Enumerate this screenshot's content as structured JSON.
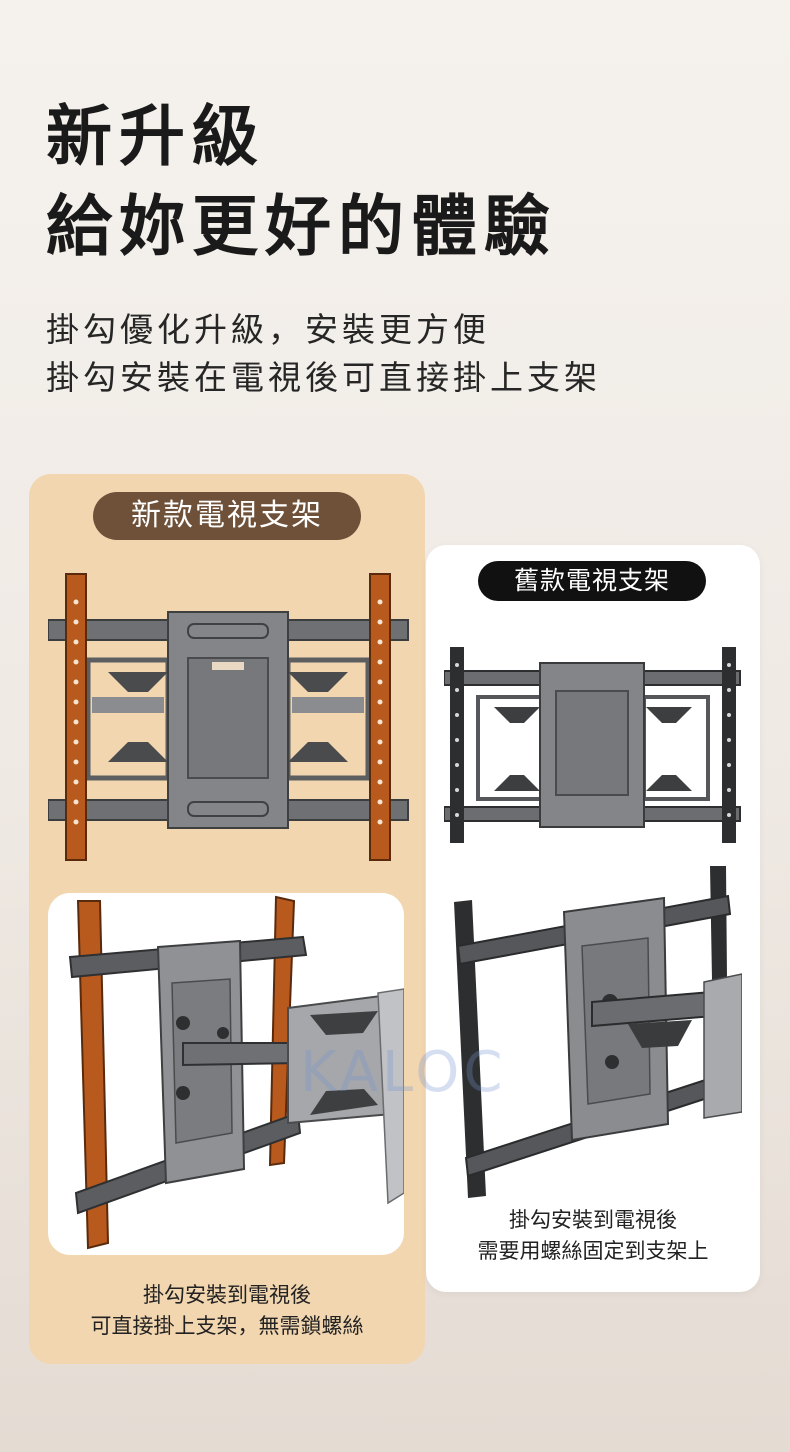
{
  "headline": {
    "line1": "新升級",
    "line2": "給妳更好的體驗"
  },
  "subline": {
    "line1": "掛勾優化升級，安裝更方便",
    "line2": "掛勾安裝在電視後可直接掛上支架"
  },
  "new_panel": {
    "badge": "新款電視支架",
    "caption_line1": "掛勾安裝到電視後",
    "caption_line2": "可直接掛上支架，無需鎖螺絲"
  },
  "old_panel": {
    "badge": "舊款電視支架",
    "caption_line1": "掛勾安裝到電視後",
    "caption_line2": "需要用螺絲固定到支架上"
  },
  "watermark": "KALOC",
  "colors": {
    "accent_brown": "#6f5038",
    "new_panel_bg": "#f2d6b0",
    "hook_orange": "#b85a1e",
    "steel": "#7b7d80"
  }
}
